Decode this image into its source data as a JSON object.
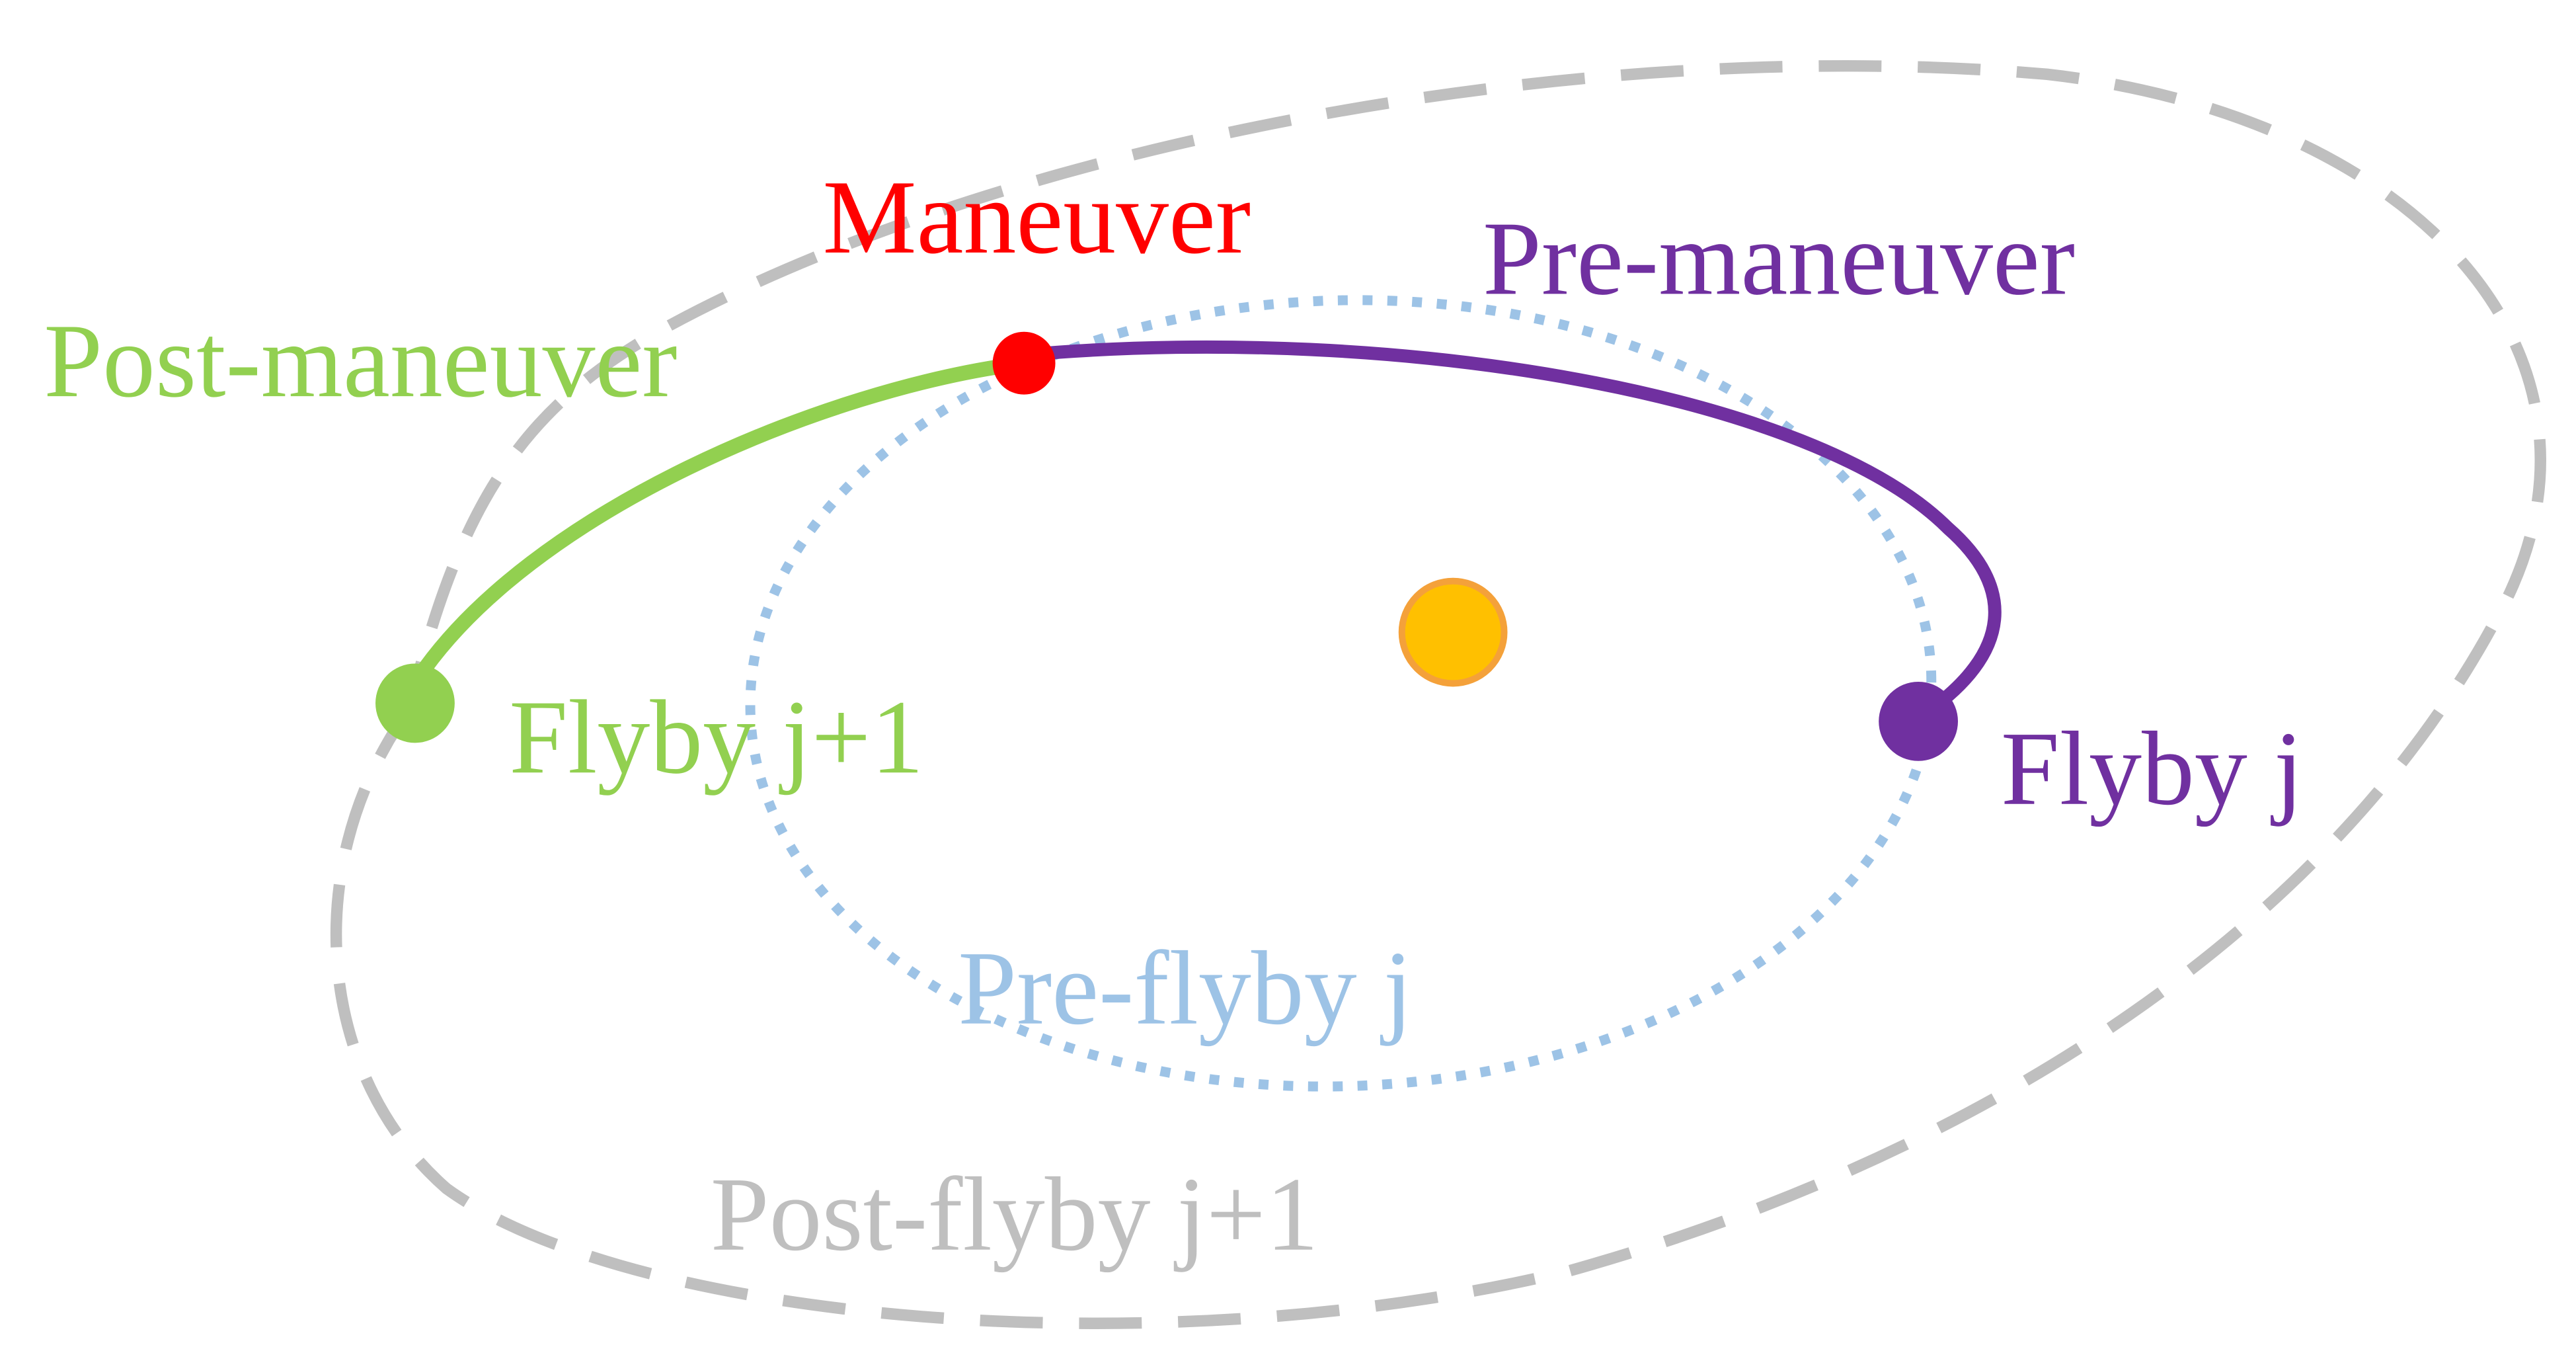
{
  "colors": {
    "maneuver": "#ff0000",
    "pre_maneuver": "#7030a0",
    "post_maneuver": "#92d050",
    "pre_flyby_j": "#9dc3e6",
    "post_flyby_j1": "#bfbfbf",
    "central_body_fill": "#ffc000",
    "central_body_stroke": "#f4a13a"
  },
  "labels": {
    "maneuver": "Maneuver",
    "pre_maneuver": "Pre-maneuver",
    "post_maneuver": "Post-maneuver",
    "flyby_j1": "Flyby j+1",
    "flyby_j": "Flyby j",
    "pre_flyby_j": "Pre-flyby j",
    "post_flyby_j1": "Post-flyby j+1"
  }
}
